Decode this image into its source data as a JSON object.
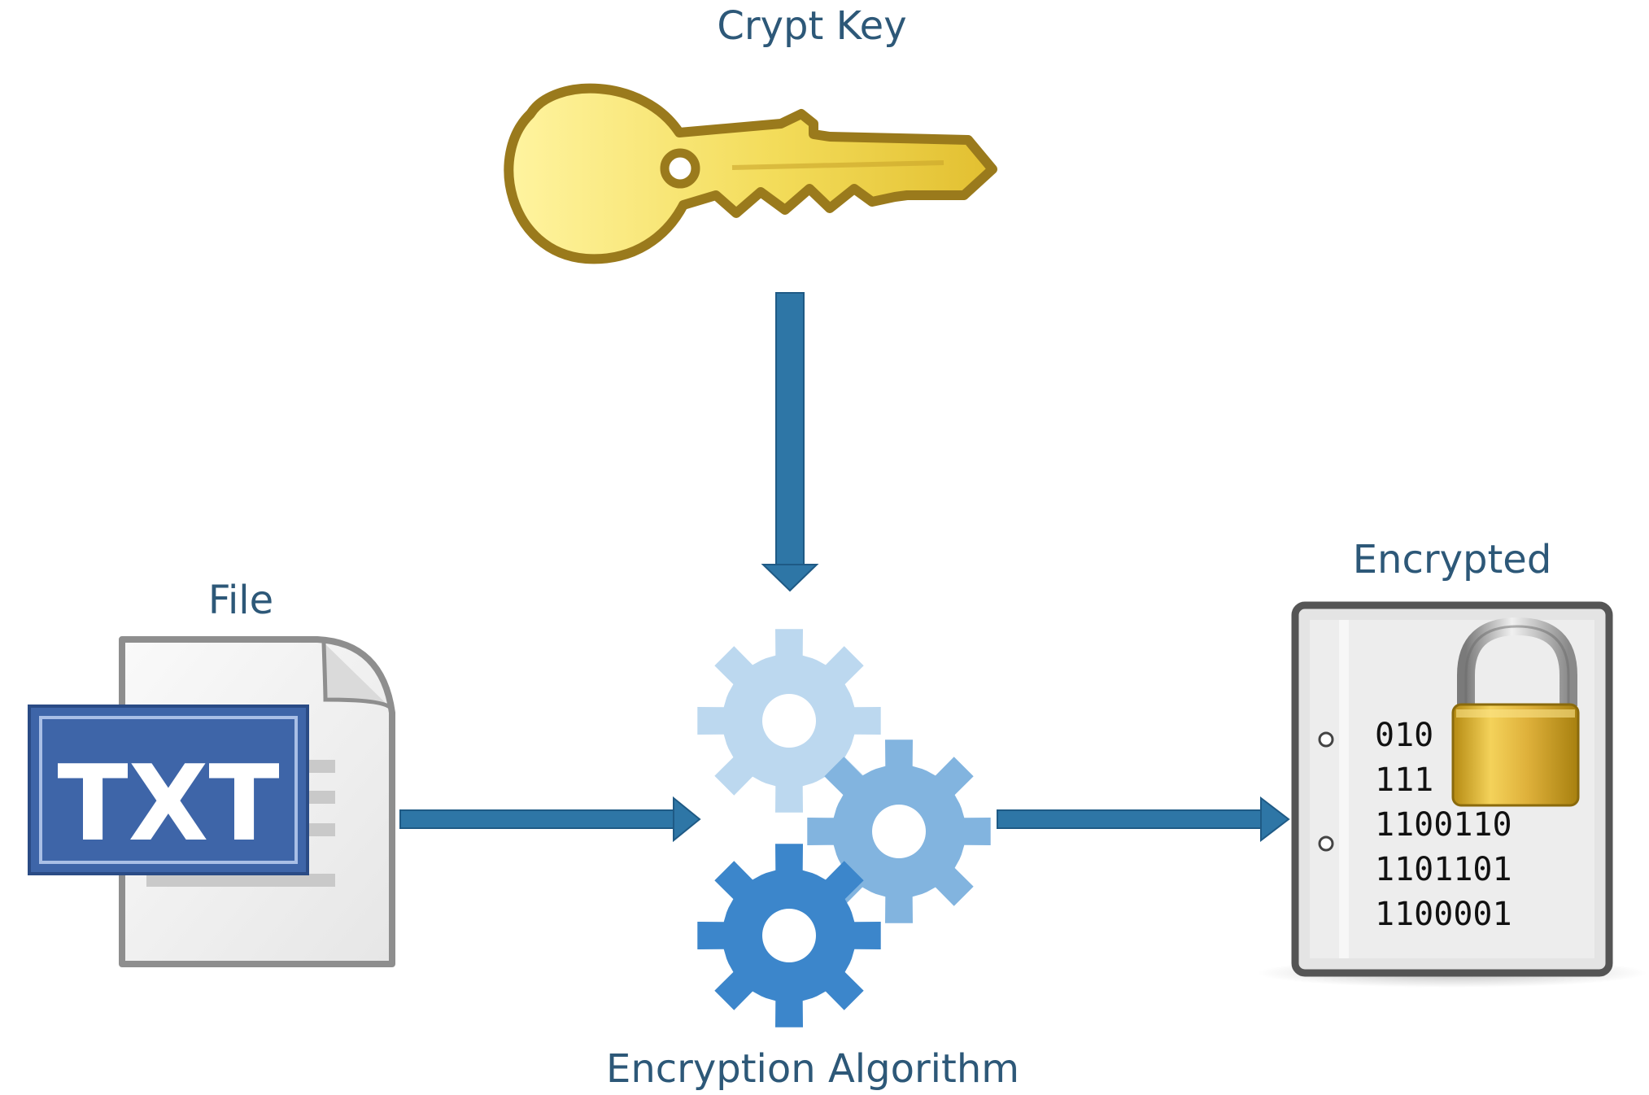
{
  "labels": {
    "crypt_key": "Crypt Key",
    "file": "File",
    "encrypted": "Encrypted",
    "algorithm": "Encryption Algorithm"
  },
  "file_icon": {
    "badge": "TXT"
  },
  "encrypted_doc": {
    "binary_lines": [
      "010",
      "111",
      "1100110",
      "1101101",
      "1100001"
    ]
  },
  "colors": {
    "label_text": "#2d5878",
    "arrow": "#2e76a6",
    "key_gold": "#e8c94a",
    "key_outline": "#9a7a1c",
    "gear_light": "#bcd8ef",
    "gear_mid": "#82b4df",
    "gear_dark": "#3c86cb",
    "txt_badge": "#3e65a8",
    "lock_gold": "#d6a71e"
  }
}
